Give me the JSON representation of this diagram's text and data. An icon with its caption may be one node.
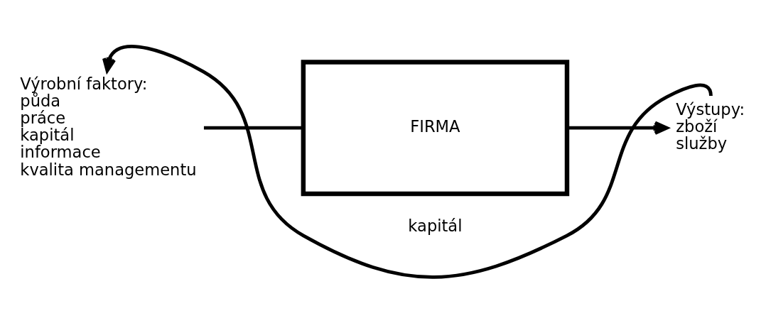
{
  "diagram": {
    "nodes": [
      {
        "text": [
          "Výrobní faktory:",
          "půda",
          "práce",
          "kapitál",
          "informace",
          "kvalita managementu"
        ]
      },
      {
        "text": [
          "FIRMA"
        ]
      },
      {
        "text": [
          "Výstupy:",
          "zboží",
          "služby"
        ]
      }
    ],
    "edges": [
      {
        "from": 0,
        "to": 1,
        "arrow": "none"
      },
      {
        "from": 1,
        "to": 2,
        "arrow": "to"
      },
      {
        "from": 2,
        "to": 0,
        "arrow": "to",
        "label": "kapitál"
      }
    ]
  }
}
